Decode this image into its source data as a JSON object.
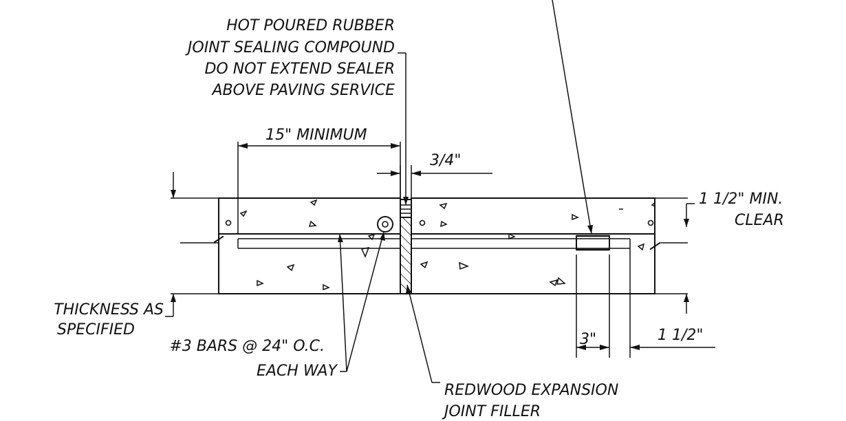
{
  "labels": {
    "hot_poured": [
      "HOT POURED RUBBER",
      "JOINT SEALING COMPOUND",
      "DO NOT EXTEND SEALER",
      "ABOVE PAVING SERVICE"
    ],
    "minimum_15": "15\" MINIMUM",
    "three_quarter": "3/4\"",
    "min_clear": [
      "1 1/2\" MIN.",
      "CLEAR"
    ],
    "thickness": [
      "THICKNESS AS",
      "SPECIFIED"
    ],
    "bars": [
      "#3 BARS @ 24\" O.C.",
      "EACH WAY"
    ],
    "redwood": [
      "REDWOOD EXPANSION",
      "JOINT FILLER"
    ],
    "three_inch": "3\"",
    "one_half": "1 1/2\""
  }
}
